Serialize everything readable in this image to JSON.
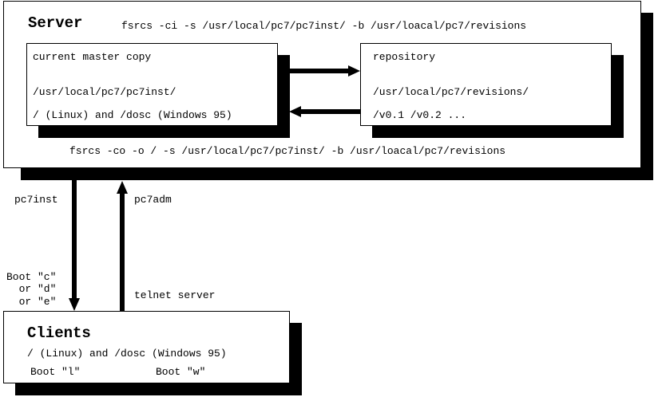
{
  "server": {
    "title": "Server",
    "checkin_cmd": "fsrcs -ci -s /usr/local/pc7/pc7inst/ -b /usr/loacal/pc7/revisions",
    "checkout_cmd": "fsrcs -co -o / -s /usr/local/pc7/pc7inst/ -b /usr/loacal/pc7/revisions",
    "master": {
      "title": "current master copy",
      "path": "/usr/local/pc7/pc7inst/",
      "targets": "/ (Linux) and /dosc (Windows 95)"
    },
    "repository": {
      "title": "repository",
      "path": "/usr/local/pc7/revisions/",
      "versions": "/v0.1 /v0.2 ..."
    }
  },
  "links": {
    "down_label": "pc7inst",
    "up_label": "pc7adm",
    "boot_options": [
      "Boot \"c\"",
      "  or \"d\"",
      "  or \"e\""
    ],
    "telnet_label": "telnet server"
  },
  "clients": {
    "title": "Clients",
    "targets": "/ (Linux) and /dosc (Windows 95)",
    "boot_linux": "Boot \"l\"",
    "boot_windows": "Boot \"w\""
  }
}
